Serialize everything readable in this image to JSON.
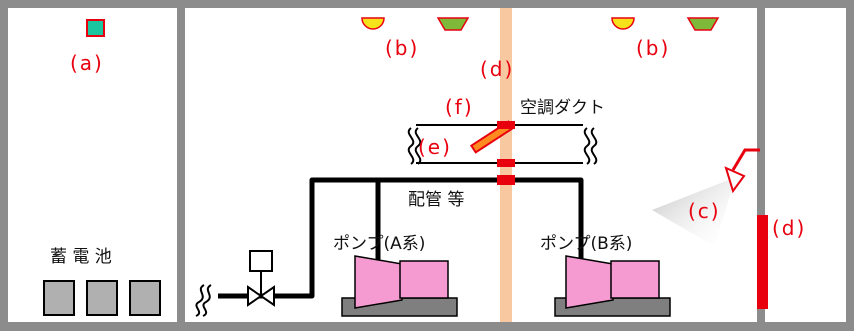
{
  "labels": {
    "a": "(a)",
    "b_left": "(b)",
    "b_right": "(b)",
    "c": "(c)",
    "d_center": "(d)",
    "d_right": "(d)",
    "e": "(e)",
    "f": "(f)"
  },
  "text": {
    "duct": "空調ダクト",
    "piping": "配管 等",
    "pump_a": "ポンプ(A系)",
    "pump_b": "ポンプ(B系)",
    "battery": "蓄 電 池"
  },
  "colors": {
    "wall": "#8c8c8c",
    "label_red": "#e8000f",
    "pipe": "#000000",
    "pump_pink": "#f59bd2",
    "base_gray": "#7f7f7f",
    "beam_orange": "#f8c8a0",
    "detector_yellow": "#f5e21a",
    "detector_green": "#7fb93a",
    "sensor_teal": "#19c6a0",
    "fire_barrier_orange": "#ff8a1f",
    "battery_gray": "#b0b0b0"
  }
}
